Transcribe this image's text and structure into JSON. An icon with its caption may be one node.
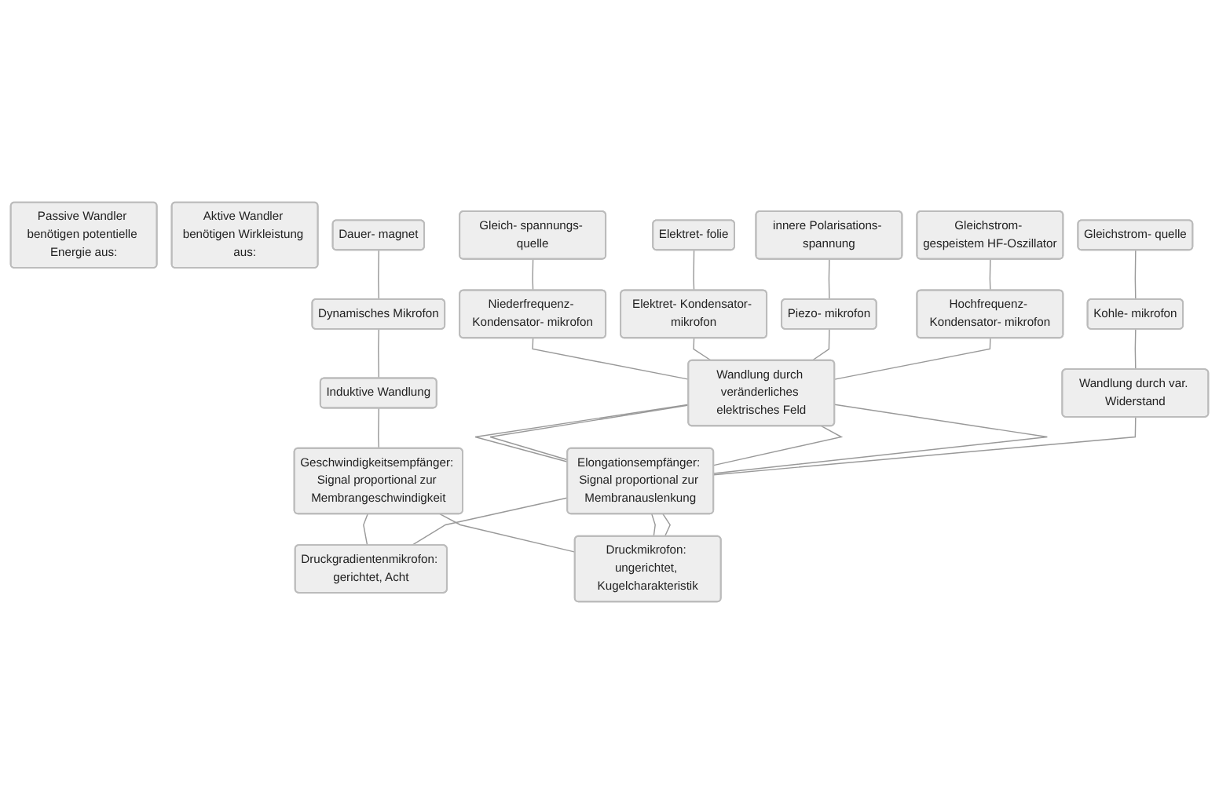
{
  "diagram": {
    "nodes": [
      {
        "text": [
          "Passive Wandler benötigen potentielle Energie aus:"
        ]
      },
      {
        "text": [
          "Aktive Wandler benötigen Wirkleistung aus:"
        ]
      },
      {
        "text": [
          "Dauer- magnet"
        ]
      },
      {
        "text": [
          "Gleich- spannungs- quelle"
        ]
      },
      {
        "text": [
          "Elektret- folie"
        ]
      },
      {
        "text": [
          "innere Polarisations- spannung"
        ]
      },
      {
        "text": [
          "Gleichstrom- gespeistem HF-Oszillator"
        ]
      },
      {
        "text": [
          "Gleichstrom- quelle"
        ]
      },
      {
        "text": [
          "Dynamisches Mikrofon"
        ]
      },
      {
        "text": [
          "Niederfrequenz- Kondensator- mikrofon"
        ]
      },
      {
        "text": [
          "Elektret- Kondensator- mikrofon"
        ]
      },
      {
        "text": [
          "Piezo- mikrofon"
        ]
      },
      {
        "text": [
          "Hochfrequenz- Kondensator- mikrofon"
        ]
      },
      {
        "text": [
          "Kohle- mikrofon"
        ]
      },
      {
        "text": [
          "Induktive Wandlung"
        ]
      },
      {
        "text": [
          "Wandlung durch veränderliches elektrisches Feld"
        ]
      },
      {
        "text": [
          "Wandlung durch var. Widerstand"
        ]
      },
      {
        "text": [
          "Geschwindigkeitsempfänger: Signal proportional zur Membrangeschwindigkeit"
        ]
      },
      {
        "text": [
          "Elongationsempfänger: Signal proportional zur Membranauslenkung"
        ]
      },
      {
        "text": [
          "Druckgradientenmikrofon: gerichtet, Acht"
        ]
      },
      {
        "text": [
          "Druckmikrofon: ungerichtet, Kugelcharakteristik"
        ]
      }
    ],
    "edges": [
      {
        "from": 2,
        "to": 8,
        "arrow": "none"
      },
      {
        "from": 3,
        "to": 9,
        "arrow": "none"
      },
      {
        "from": 4,
        "to": 10,
        "arrow": "none"
      },
      {
        "from": 5,
        "to": 11,
        "arrow": "none"
      },
      {
        "from": 6,
        "to": 12,
        "arrow": "none"
      },
      {
        "from": 7,
        "to": 13,
        "arrow": "none"
      },
      {
        "from": 8,
        "to": 14,
        "arrow": "none"
      },
      {
        "from": 9,
        "to": 15,
        "arrow": "none"
      },
      {
        "from": 10,
        "to": 15,
        "arrow": "none"
      },
      {
        "from": 11,
        "to": 15,
        "arrow": "none"
      },
      {
        "from": 12,
        "to": 15,
        "arrow": "none"
      },
      {
        "from": 13,
        "to": 16,
        "arrow": "none"
      },
      {
        "from": 14,
        "to": 17,
        "arrow": "none"
      },
      {
        "from": 15,
        "to": 18,
        "arrow": "none"
      },
      {
        "from": 15,
        "to": 18,
        "arrow": "none"
      },
      {
        "from": 15,
        "to": 18,
        "arrow": "none"
      },
      {
        "from": 15,
        "to": 18,
        "arrow": "none"
      },
      {
        "from": 16,
        "to": 18,
        "arrow": "none"
      },
      {
        "from": 17,
        "to": 19,
        "arrow": "none"
      },
      {
        "from": 17,
        "to": 20,
        "arrow": "none"
      },
      {
        "from": 18,
        "to": 19,
        "arrow": "none"
      },
      {
        "from": 18,
        "to": 20,
        "arrow": "none"
      },
      {
        "from": 18,
        "to": 20,
        "arrow": "none"
      }
    ]
  }
}
